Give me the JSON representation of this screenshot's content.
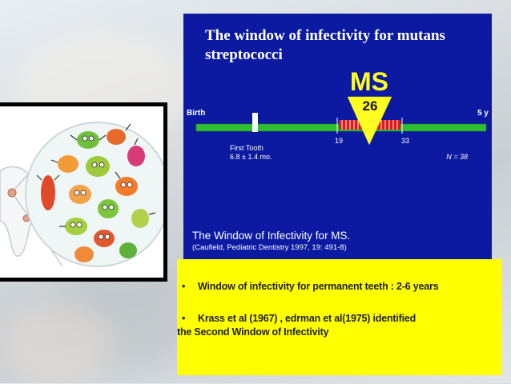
{
  "slide": {
    "title": "The window of infectivity for mutans streptococci",
    "ms_label": "MS",
    "peak_value": "26",
    "start_label": "Birth",
    "end_label": "5 y",
    "left_tick": "19",
    "right_tick": "33",
    "first_tooth_label": "First Tooth",
    "first_tooth_age": "6.8 ± 1.4 mo.",
    "sample_size": "N = 38",
    "caption": "The Window of Infectivity for MS.",
    "citation": "(Caufield, Pediatric Dentistry 1997, 19: 491-8)",
    "colors": {
      "background": "#0b1aa0",
      "timeline": "#2fbe2f",
      "window": "#e01818",
      "ms_triangle": "#ffff22"
    }
  },
  "notes": {
    "bullet_1": "Window of infectivity for permanent teeth : 2-6 years",
    "bullet_2": "Krass et al (1967) , edrman et al(1975) identified",
    "bullet_2_cont": "the Second Window of Infectivity",
    "bullet_symbol": "•",
    "background": "#ffff00"
  },
  "illustration": {
    "icons": [
      "tooth-icon",
      "magnifier-circle-icon",
      "bacteria-icon"
    ]
  }
}
